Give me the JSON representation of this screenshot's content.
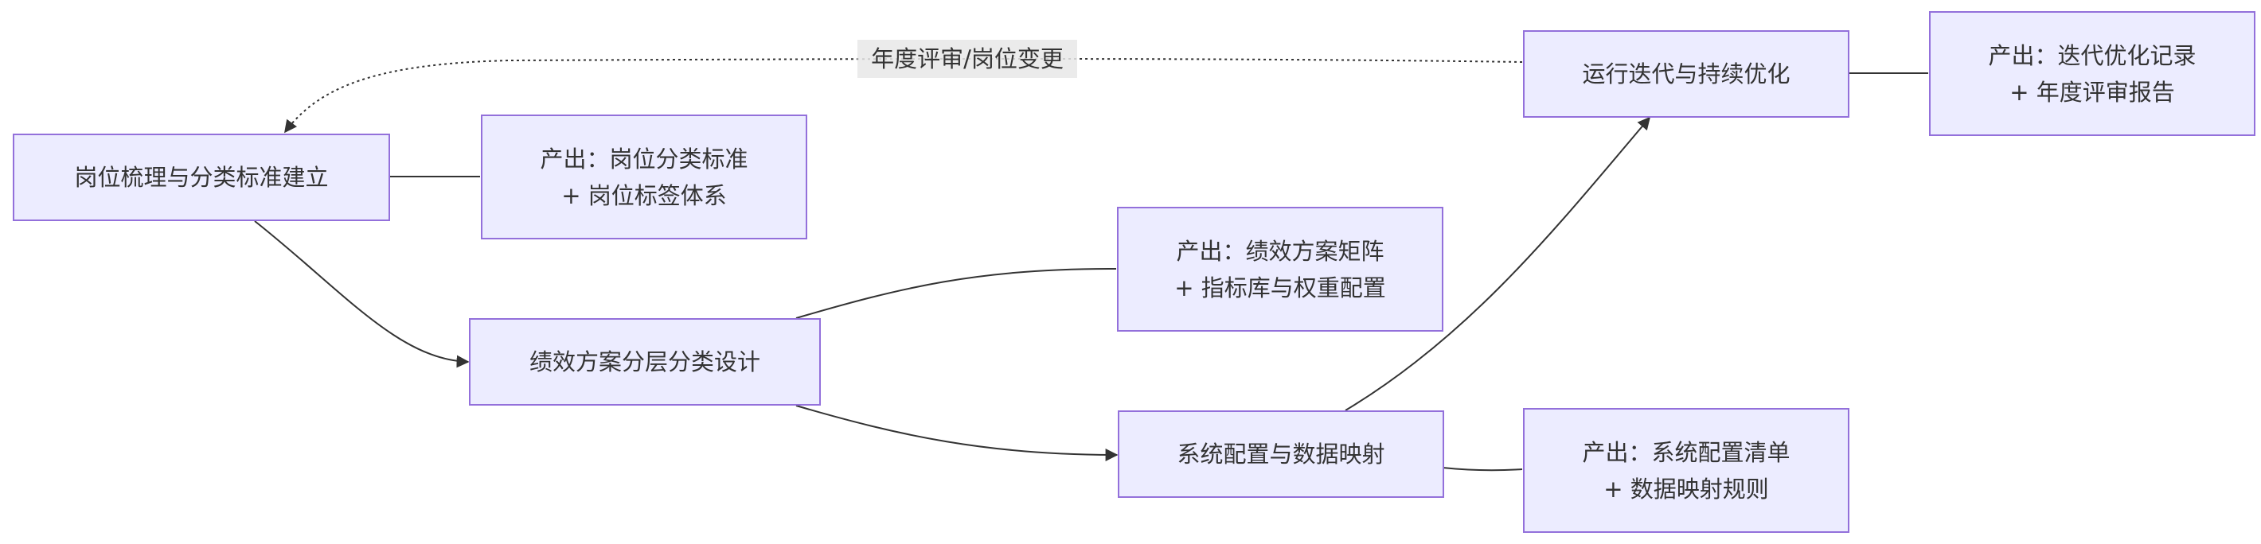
{
  "nodes": {
    "job_sorting": {
      "lines": [
        "岗位梳理与分类标准建立"
      ]
    },
    "job_sorting_output": {
      "lines": [
        "产出：岗位分类标准",
        "+ 岗位标签体系"
      ]
    },
    "perf_design": {
      "lines": [
        "绩效方案分层分类设计"
      ]
    },
    "perf_design_output": {
      "lines": [
        "产出：绩效方案矩阵",
        "+ 指标库与权重配置"
      ]
    },
    "system_config": {
      "lines": [
        "系统配置与数据映射"
      ]
    },
    "system_config_output": {
      "lines": [
        "产出：系统配置清单",
        "+ 数据映射规则"
      ]
    },
    "iteration": {
      "lines": [
        "运行迭代与持续优化"
      ]
    },
    "iteration_output": {
      "lines": [
        "产出：迭代优化记录",
        "+ 年度评审报告"
      ]
    }
  },
  "edge_labels": {
    "feedback": "年度评审/岗位变更"
  },
  "colors": {
    "node_fill": "#ECECFF",
    "node_border": "#9370DB",
    "line": "#333333",
    "text": "#333333",
    "label_bg": "#E8E8E8"
  }
}
